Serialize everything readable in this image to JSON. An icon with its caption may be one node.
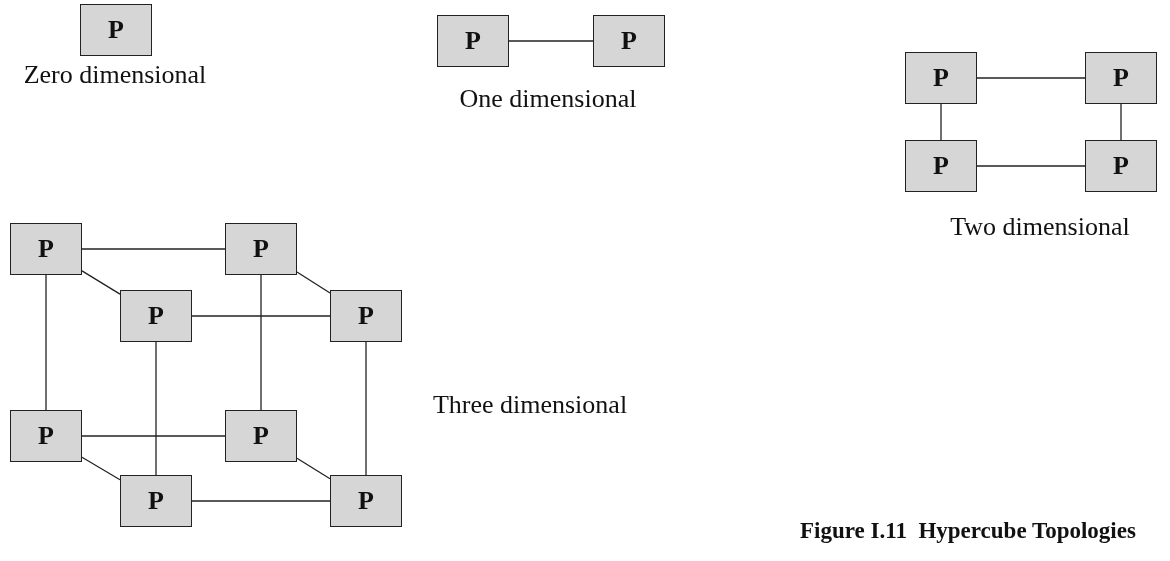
{
  "diagram": {
    "caption": "Figure I.11  Hypercube Topologies",
    "nodes": [
      {
        "text": [
          "P"
        ]
      },
      {
        "text": [
          "P"
        ]
      },
      {
        "text": [
          "P"
        ]
      },
      {
        "text": [
          "P"
        ]
      },
      {
        "text": [
          "P"
        ]
      },
      {
        "text": [
          "P"
        ]
      },
      {
        "text": [
          "P"
        ]
      },
      {
        "text": [
          "P"
        ]
      },
      {
        "text": [
          "P"
        ]
      },
      {
        "text": [
          "P"
        ]
      },
      {
        "text": [
          "P"
        ]
      },
      {
        "text": [
          "P"
        ]
      },
      {
        "text": [
          "P"
        ]
      },
      {
        "text": [
          "P"
        ]
      },
      {
        "text": [
          "P"
        ]
      }
    ],
    "edges": [
      {
        "from": 1,
        "to": 2,
        "arrow": "none"
      },
      {
        "from": 3,
        "to": 4,
        "arrow": "none"
      },
      {
        "from": 3,
        "to": 5,
        "arrow": "none"
      },
      {
        "from": 4,
        "to": 6,
        "arrow": "none"
      },
      {
        "from": 5,
        "to": 6,
        "arrow": "none"
      },
      {
        "from": 7,
        "to": 8,
        "arrow": "none"
      },
      {
        "from": 7,
        "to": 9,
        "arrow": "none"
      },
      {
        "from": 8,
        "to": 10,
        "arrow": "none"
      },
      {
        "from": 9,
        "to": 10,
        "arrow": "none"
      },
      {
        "from": 7,
        "to": 11,
        "arrow": "none"
      },
      {
        "from": 8,
        "to": 12,
        "arrow": "none"
      },
      {
        "from": 9,
        "to": 13,
        "arrow": "none"
      },
      {
        "from": 10,
        "to": 14,
        "arrow": "none"
      },
      {
        "from": 11,
        "to": 12,
        "arrow": "none"
      },
      {
        "from": 11,
        "to": 13,
        "arrow": "none"
      },
      {
        "from": 12,
        "to": 14,
        "arrow": "none"
      },
      {
        "from": 13,
        "to": 14,
        "arrow": "none"
      }
    ],
    "labels": [
      "Zero dimensional",
      "One dimensional",
      "Two dimensional",
      "Three dimensional"
    ]
  }
}
